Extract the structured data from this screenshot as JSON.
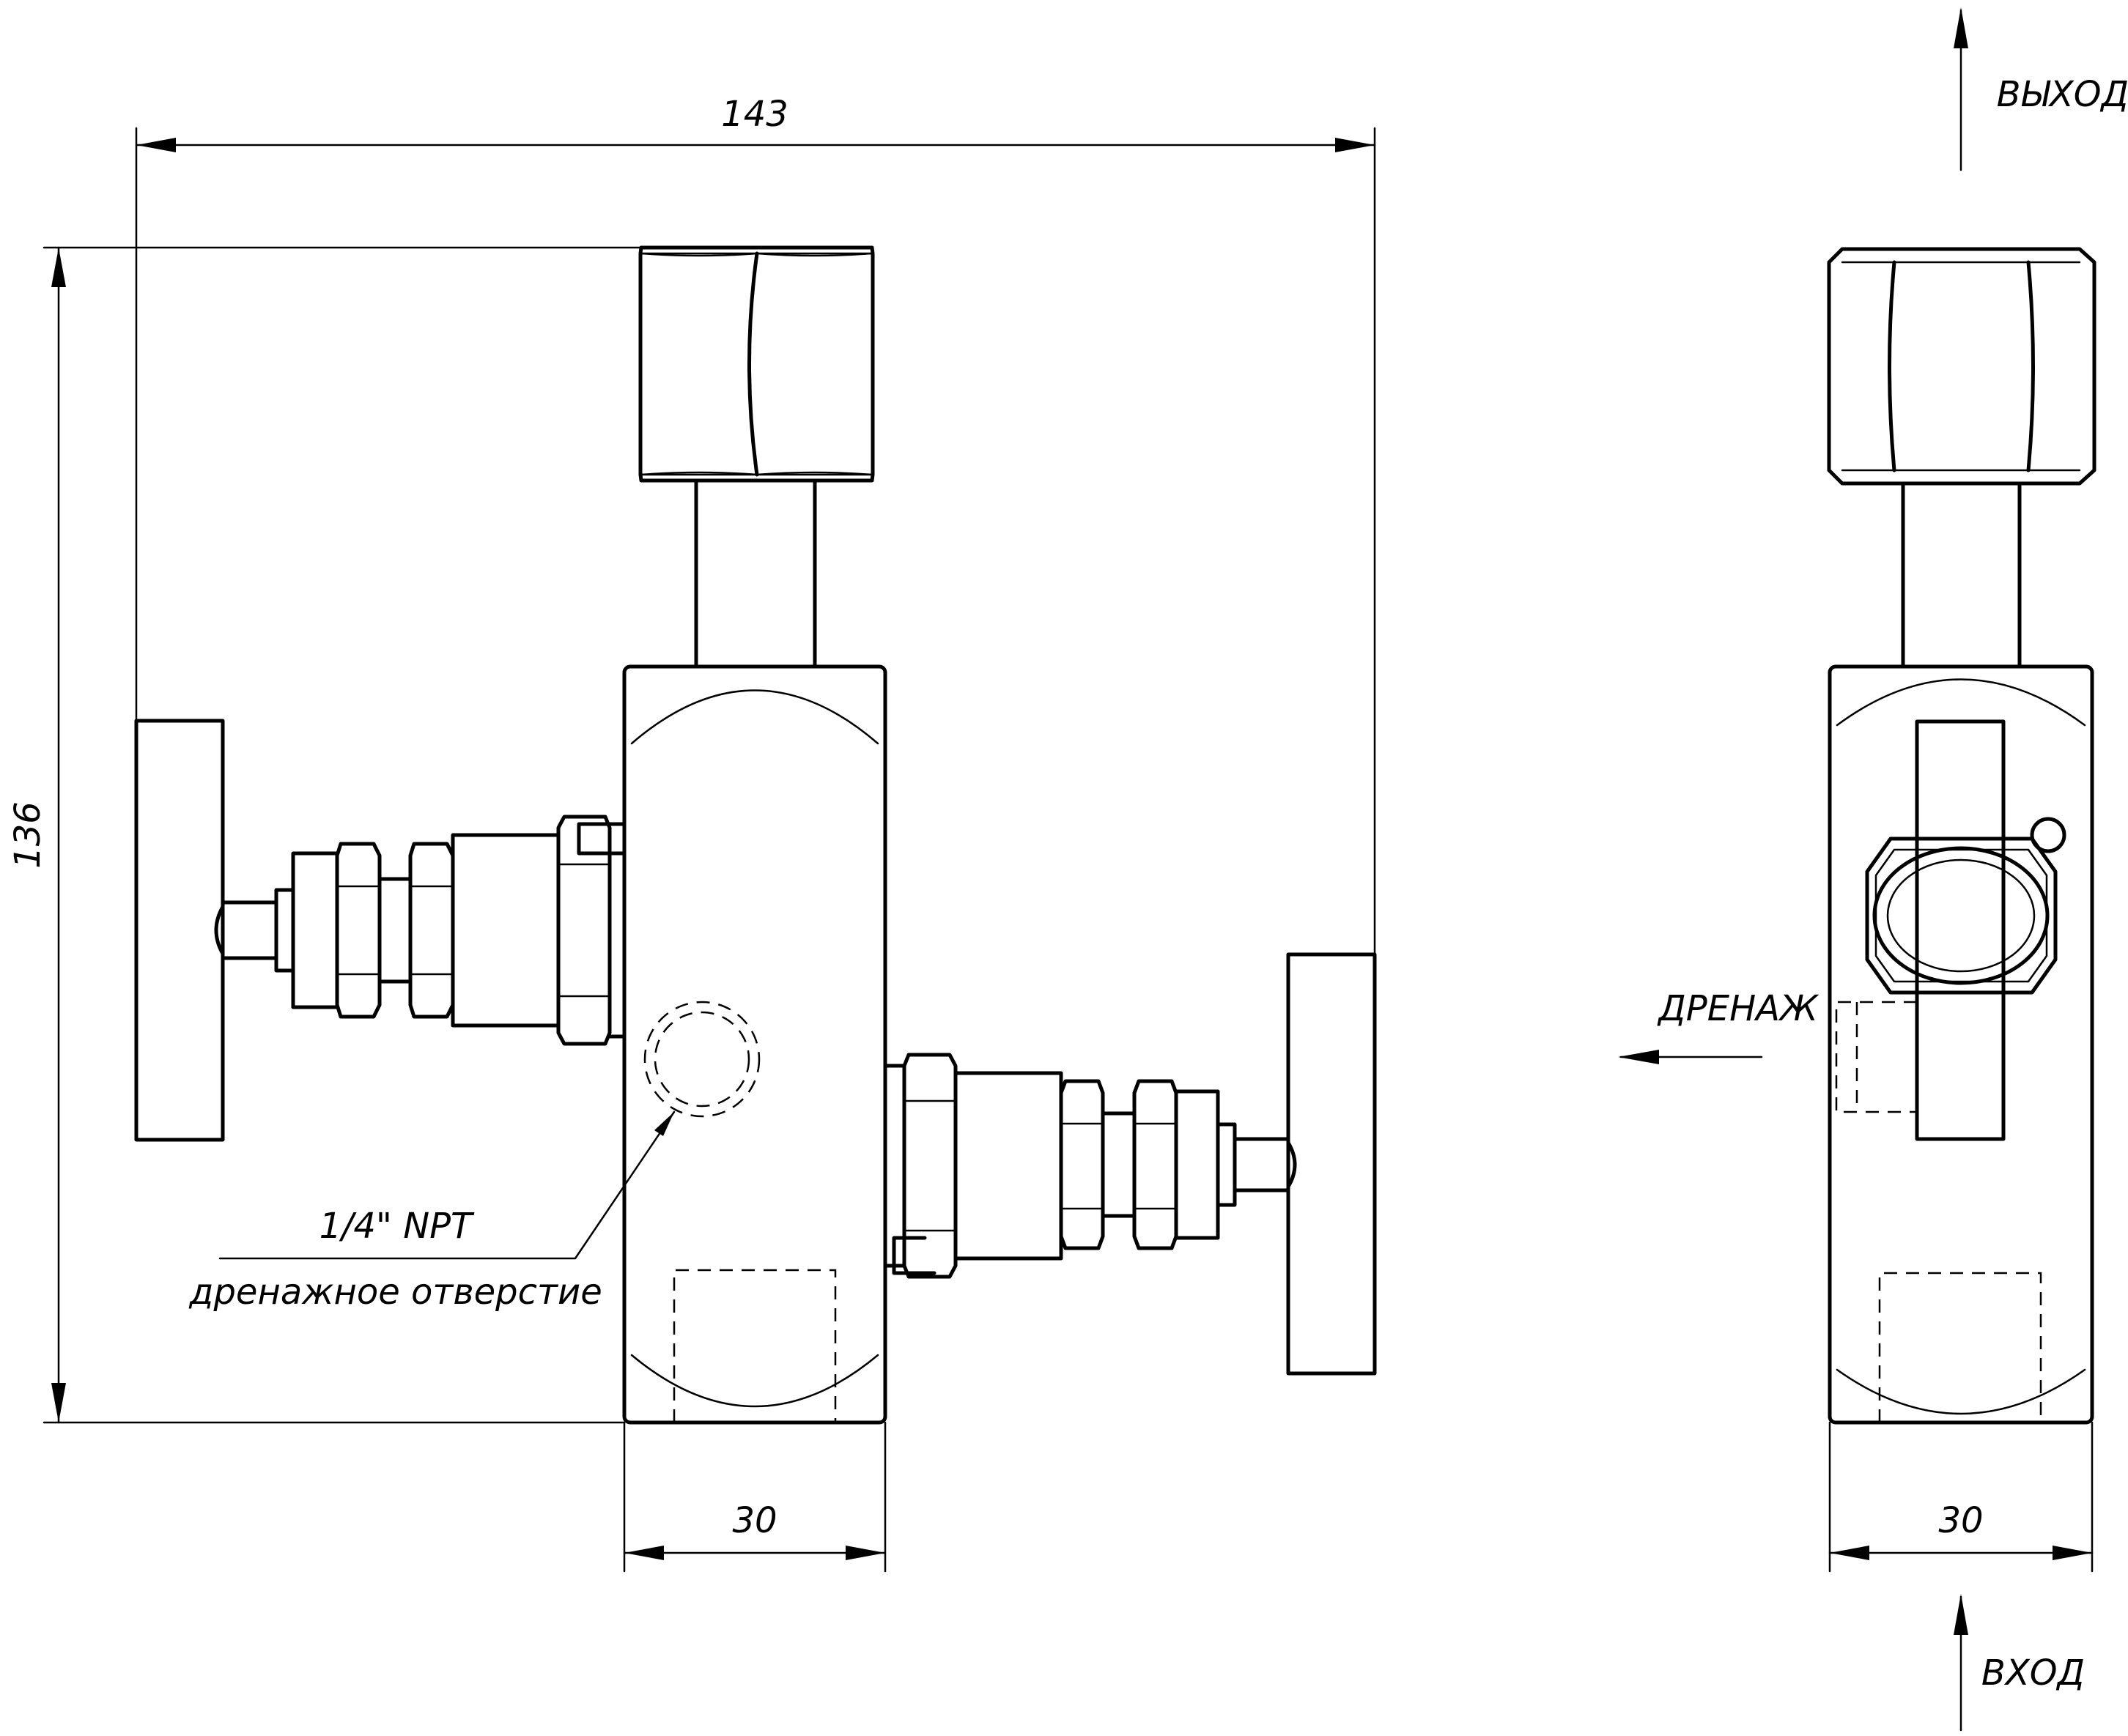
{
  "dimensions": {
    "overall_width": "143",
    "overall_height": "136",
    "body_width_front": "30",
    "body_width_side": "30"
  },
  "callout": {
    "thread": "1/4\" NPT",
    "description": "дренажное отверстие"
  },
  "flow": {
    "outlet": "ВЫХОД",
    "inlet": "ВХОД",
    "drain": "ДРЕНАЖ"
  }
}
